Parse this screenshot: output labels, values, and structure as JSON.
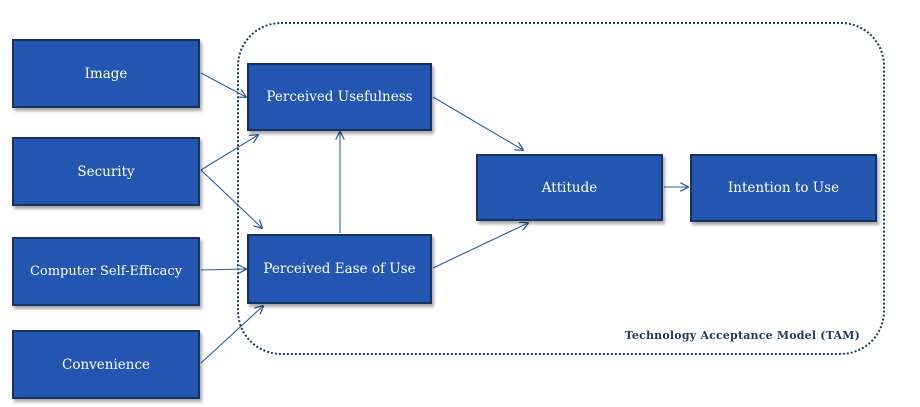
{
  "diagram": {
    "external_variables": {
      "image": "Image",
      "security": "Security",
      "computer_self_efficacy": "Computer Self-Efficacy",
      "convenience": "Convenience"
    },
    "tam": {
      "label": "Technology Acceptance Model (TAM)",
      "perceived_usefulness": "Perceived Usefulness",
      "perceived_ease_of_use": "Perceived Ease of Use",
      "attitude": "Attitude",
      "intention_to_use": "Intention to Use"
    },
    "colors": {
      "box_fill": "#2256b0",
      "box_border": "#17325e",
      "arrow": "#2d5d9c",
      "boundary": "#1f3b5c"
    },
    "edges": [
      [
        "Image",
        "Perceived Usefulness"
      ],
      [
        "Security",
        "Perceived Usefulness"
      ],
      [
        "Security",
        "Perceived Ease of Use"
      ],
      [
        "Computer Self-Efficacy",
        "Perceived Ease of Use"
      ],
      [
        "Convenience",
        "Perceived Ease of Use"
      ],
      [
        "Perceived Ease of Use",
        "Perceived Usefulness"
      ],
      [
        "Perceived Usefulness",
        "Attitude"
      ],
      [
        "Perceived Ease of Use",
        "Attitude"
      ],
      [
        "Attitude",
        "Intention to Use"
      ]
    ]
  }
}
